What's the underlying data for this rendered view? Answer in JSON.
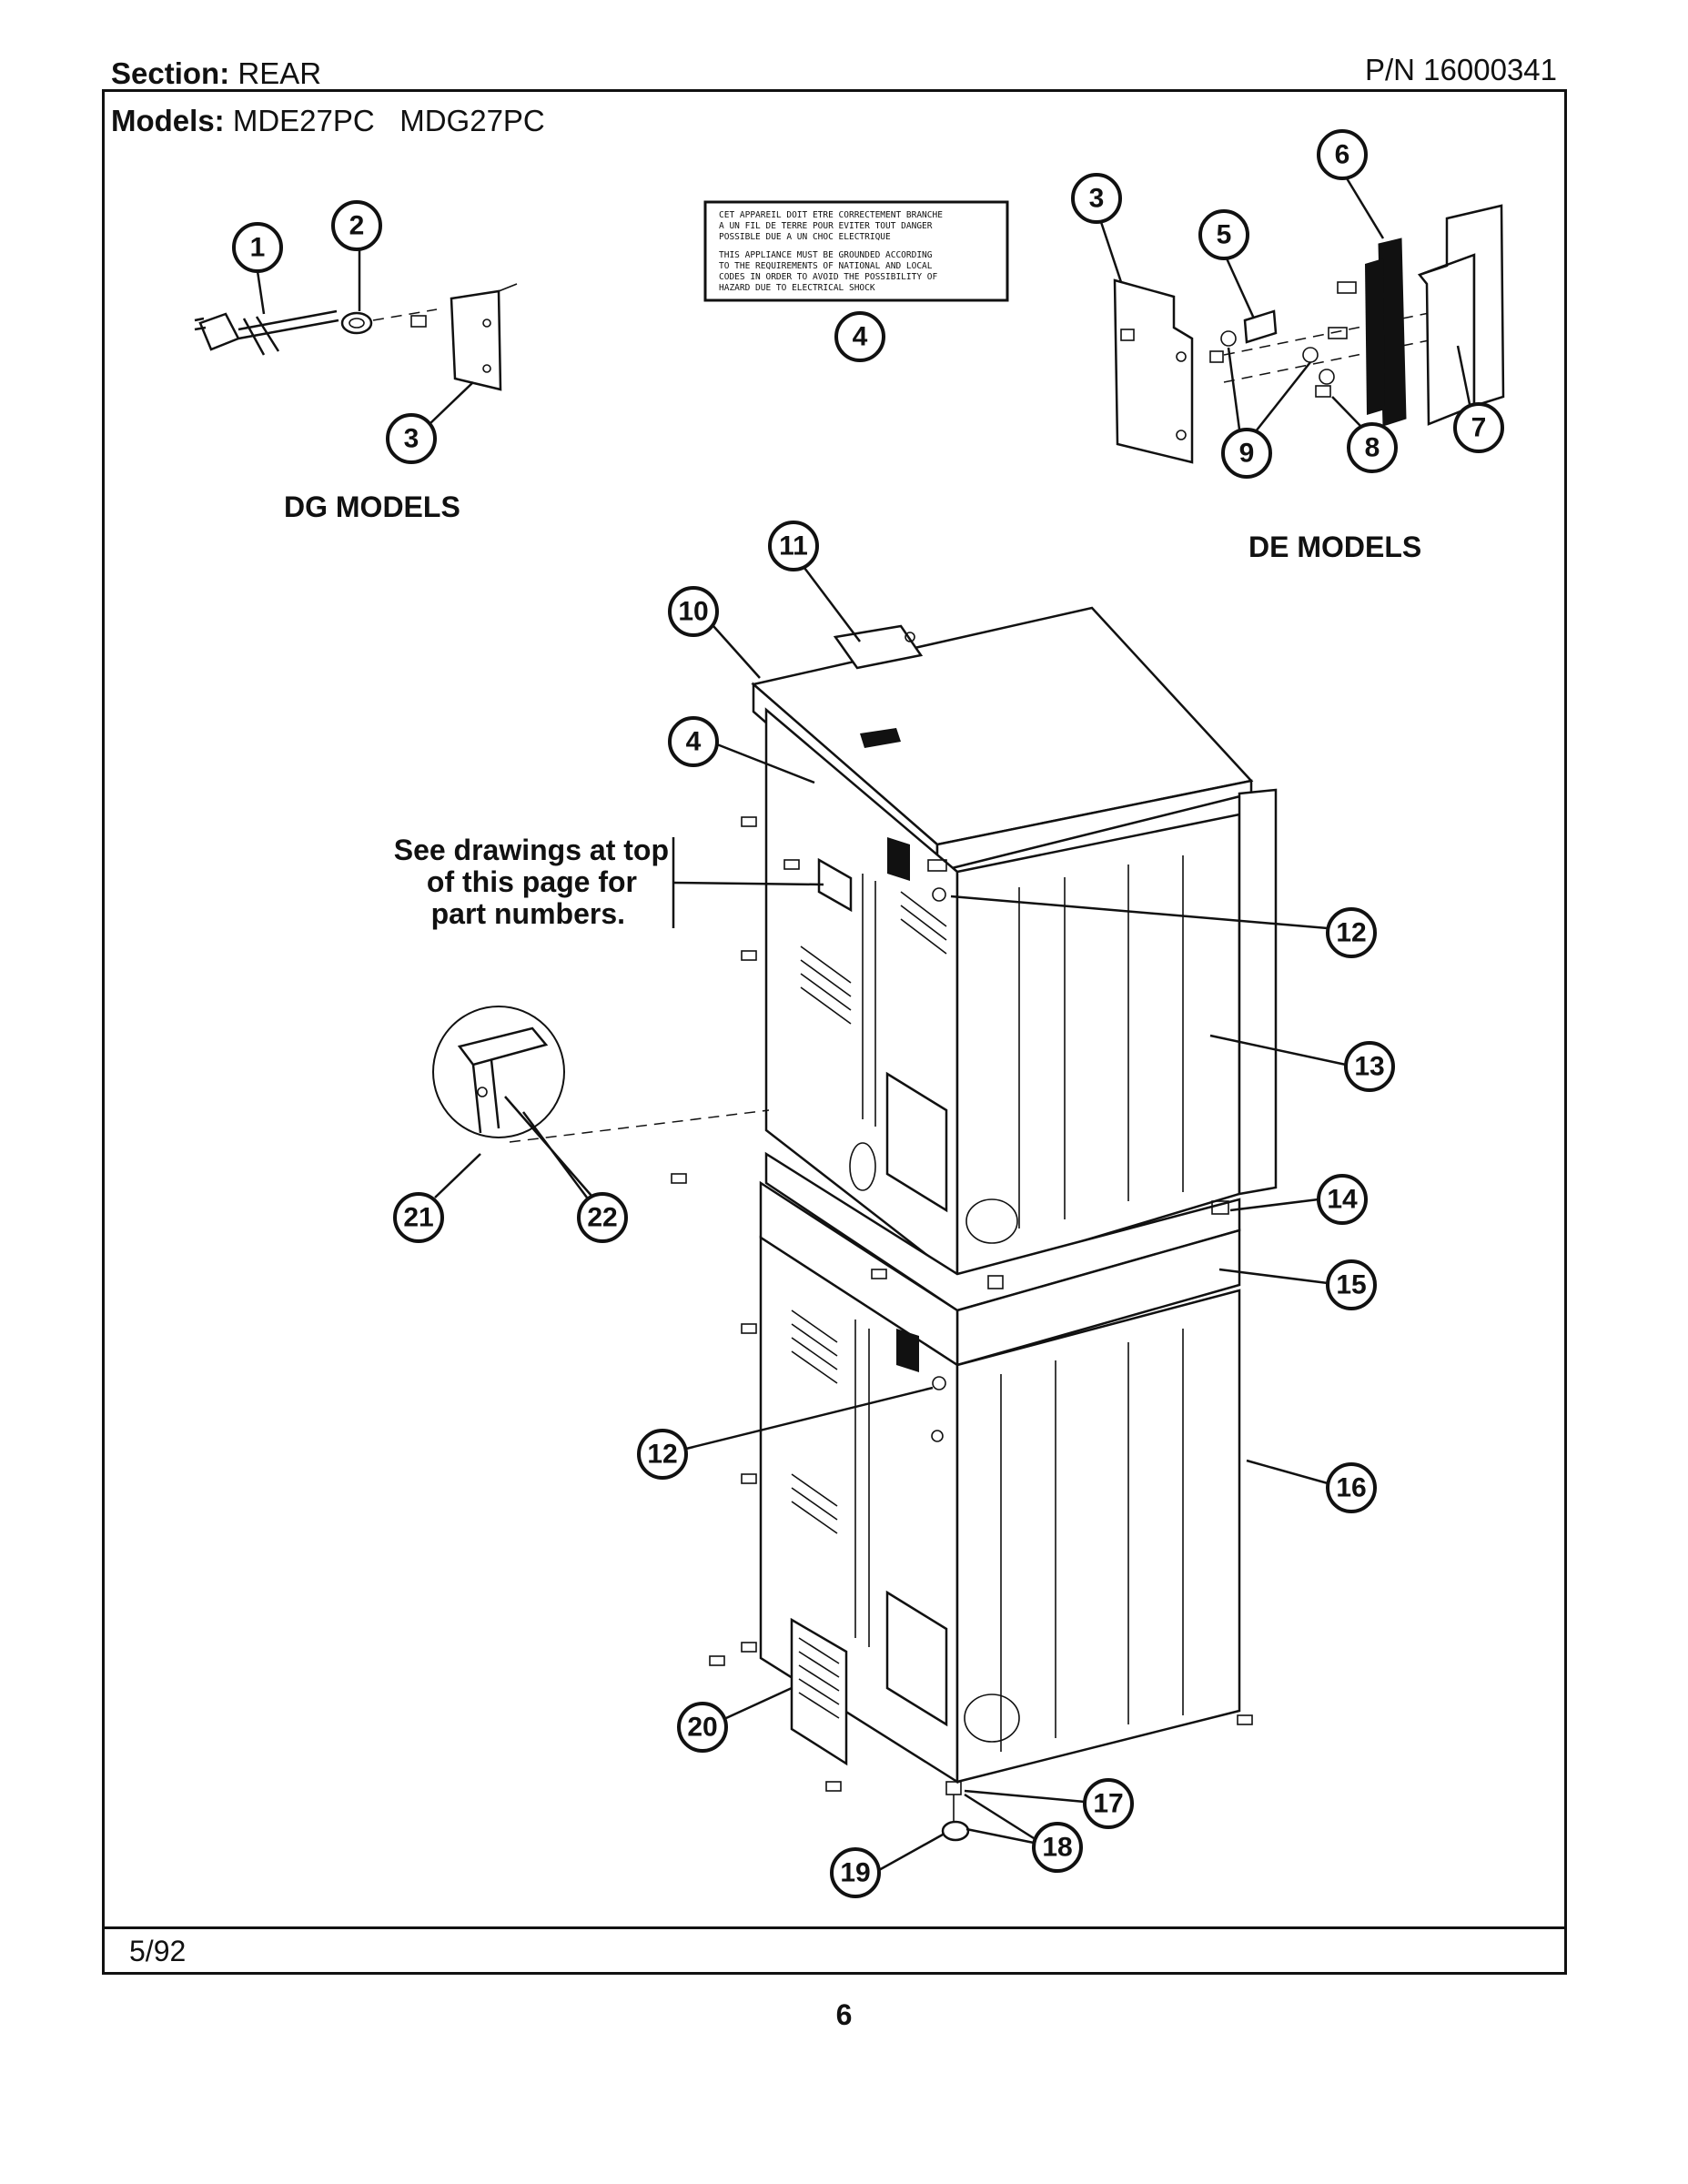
{
  "header": {
    "section_label": "Section:",
    "section_value": "REAR",
    "part_number": "P/N 16000341",
    "models_label": "Models:",
    "models_value": "MDE27PC   MDG27PC"
  },
  "labels": {
    "dg_models": "DG MODELS",
    "de_models": "DE MODELS",
    "see_note_1": "See drawings at top",
    "see_note_2": "of this page for",
    "see_note_3": "part numbers."
  },
  "warning_label": {
    "line1": "CET APPAREIL DOIT ETRE CORRECTEMENT BRANCHE",
    "line2": "A UN FIL DE TERRE POUR EVITER TOUT DANGER",
    "line3": "POSSIBLE  DUE  A  UN  CHOC  ELECTRIQUE",
    "line4": "THIS APPLIANCE MUST BE GROUNDED ACCORDING",
    "line5": "TO THE REQUIREMENTS OF NATIONAL AND LOCAL",
    "line6": "CODES IN ORDER TO AVOID THE POSSIBILITY OF",
    "line7": "HAZARD DUE TO ELECTRICAL SHOCK"
  },
  "callouts": {
    "c1": "1",
    "c2": "2",
    "c3a": "3",
    "c3b": "3",
    "c4a": "4",
    "c4b": "4",
    "c5": "5",
    "c6": "6",
    "c7": "7",
    "c8": "8",
    "c9": "9",
    "c10": "10",
    "c11": "11",
    "c12a": "12",
    "c12b": "12",
    "c13": "13",
    "c14": "14",
    "c15": "15",
    "c16": "16",
    "c17": "17",
    "c18": "18",
    "c19": "19",
    "c20": "20",
    "c21": "21",
    "c22": "22"
  },
  "footer": {
    "date": "5/92",
    "page_number": "6"
  }
}
